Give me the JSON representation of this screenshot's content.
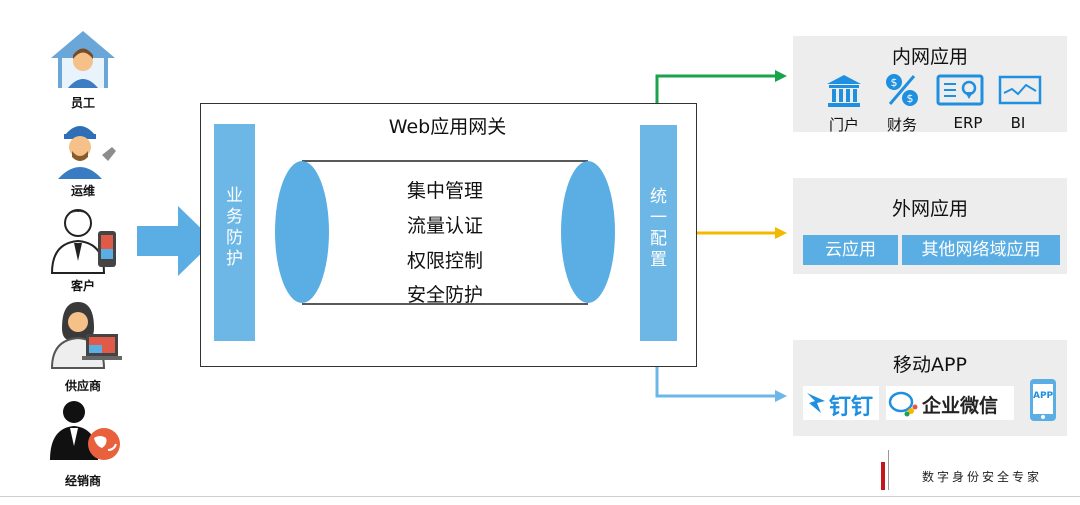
{
  "users": [
    {
      "label": "员工",
      "icon": "employee-icon"
    },
    {
      "label": "运维",
      "icon": "maintenance-worker-icon"
    },
    {
      "label": "客户",
      "icon": "customer-icon"
    },
    {
      "label": "供应商",
      "icon": "supplier-icon"
    },
    {
      "label": "经销商",
      "icon": "distributor-icon"
    }
  ],
  "gateway": {
    "title": "Web应用网关",
    "left_bar": [
      "业",
      "务",
      "防",
      "护"
    ],
    "right_bar": [
      "统",
      "一",
      "配",
      "置"
    ],
    "functions": [
      "集中管理",
      "流量认证",
      "权限控制",
      "安全防护"
    ]
  },
  "intranet": {
    "title": "内网应用",
    "items": [
      {
        "label": "门户",
        "icon": "portal-icon"
      },
      {
        "label": "财务",
        "icon": "finance-icon"
      },
      {
        "label": "ERP",
        "icon": "erp-icon"
      },
      {
        "label": "BI",
        "icon": "bi-chart-icon"
      }
    ]
  },
  "extranet": {
    "title": "外网应用",
    "buttons": [
      "云应用",
      "其他网络域应用"
    ]
  },
  "mobile": {
    "title": "移动APP",
    "dingtalk": "钉钉",
    "wecom": "企业微信",
    "app_badge": "APP"
  },
  "footer": {
    "slogan": "数字身份安全专家"
  },
  "colors": {
    "green": "#1aa34a",
    "yellow": "#f3b800",
    "blue": "#6cb7e6",
    "bar": "#6cb7e6"
  }
}
